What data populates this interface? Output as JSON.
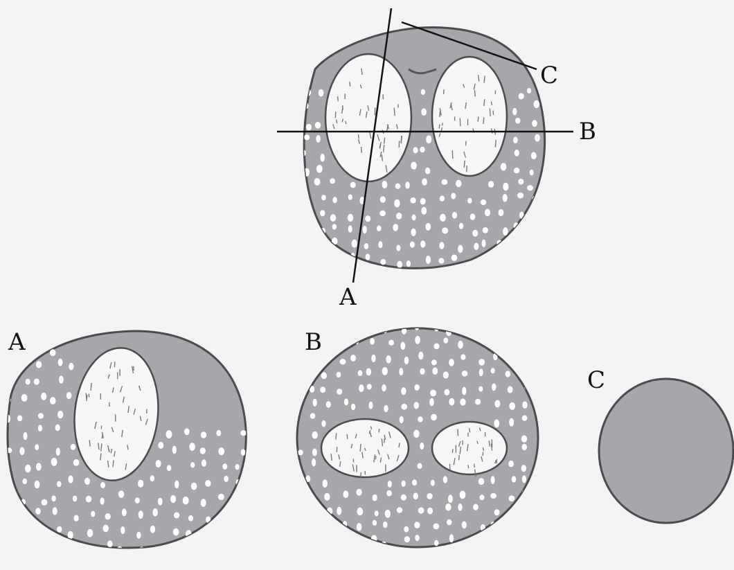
{
  "figure": {
    "labels": {
      "main_a": "A",
      "main_b": "B",
      "main_c": "C",
      "section_a": "A",
      "section_b": "B",
      "section_c": "C"
    }
  },
  "colors": {
    "background": "#f3f3f3",
    "tissue": "#a7a7ab",
    "tissue_outline": "#4a4a50",
    "cell_fill": "#f6f6f6",
    "cut_line": "#111111"
  }
}
